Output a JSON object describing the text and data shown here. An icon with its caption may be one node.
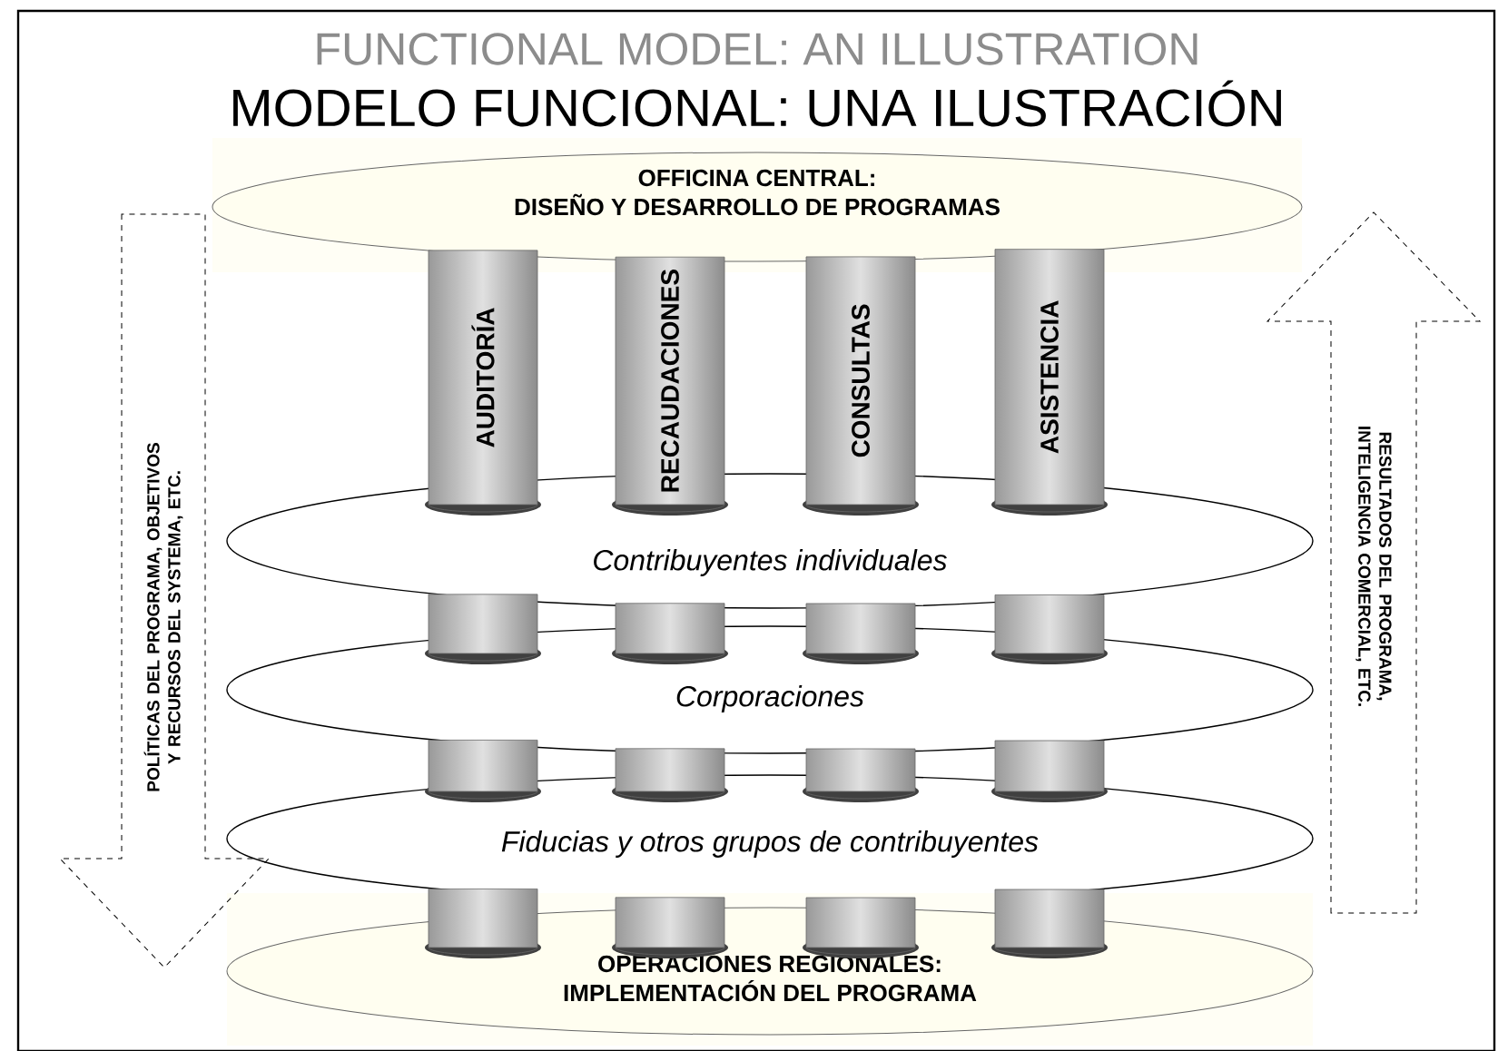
{
  "diagram": {
    "title": "MODELO FUNCIONAL: UNA ILUSTRACIÓN",
    "nodes": [
      {
        "text": [
          "OFFICINA CENTRAL:",
          "DISEÑO Y DESARROLLO DE PROGRAMAS"
        ]
      },
      {
        "text": [
          "AUDITORÍA"
        ]
      },
      {
        "text": [
          "RECAUDACIONES"
        ]
      },
      {
        "text": [
          "CONSULTAS"
        ]
      },
      {
        "text": [
          "ASISTENCIA"
        ]
      },
      {
        "text": [
          "Contribuyentes individuales"
        ]
      },
      {
        "text": [
          "Corporaciones"
        ]
      },
      {
        "text": [
          "Fiducias y otros grupos de contribuyentes"
        ]
      },
      {
        "text": [
          "OPERACIONES REGIONALES:",
          "IMPLEMENTACIÓN DEL PROGRAMA"
        ]
      },
      {
        "text": [
          "POLÍTICAS DEL PROGRAMA, OBJETIVOS Y RECURSOS DEL SYSTEMA, ETC."
        ]
      },
      {
        "text": [
          "RESULTADOS DEL PROGRAMA, INTELIGENCIA COMERCIAL, ETC."
        ]
      }
    ],
    "labels": [
      "FUNCTIONAL MODEL: AN ILLUSTRATION"
    ]
  }
}
